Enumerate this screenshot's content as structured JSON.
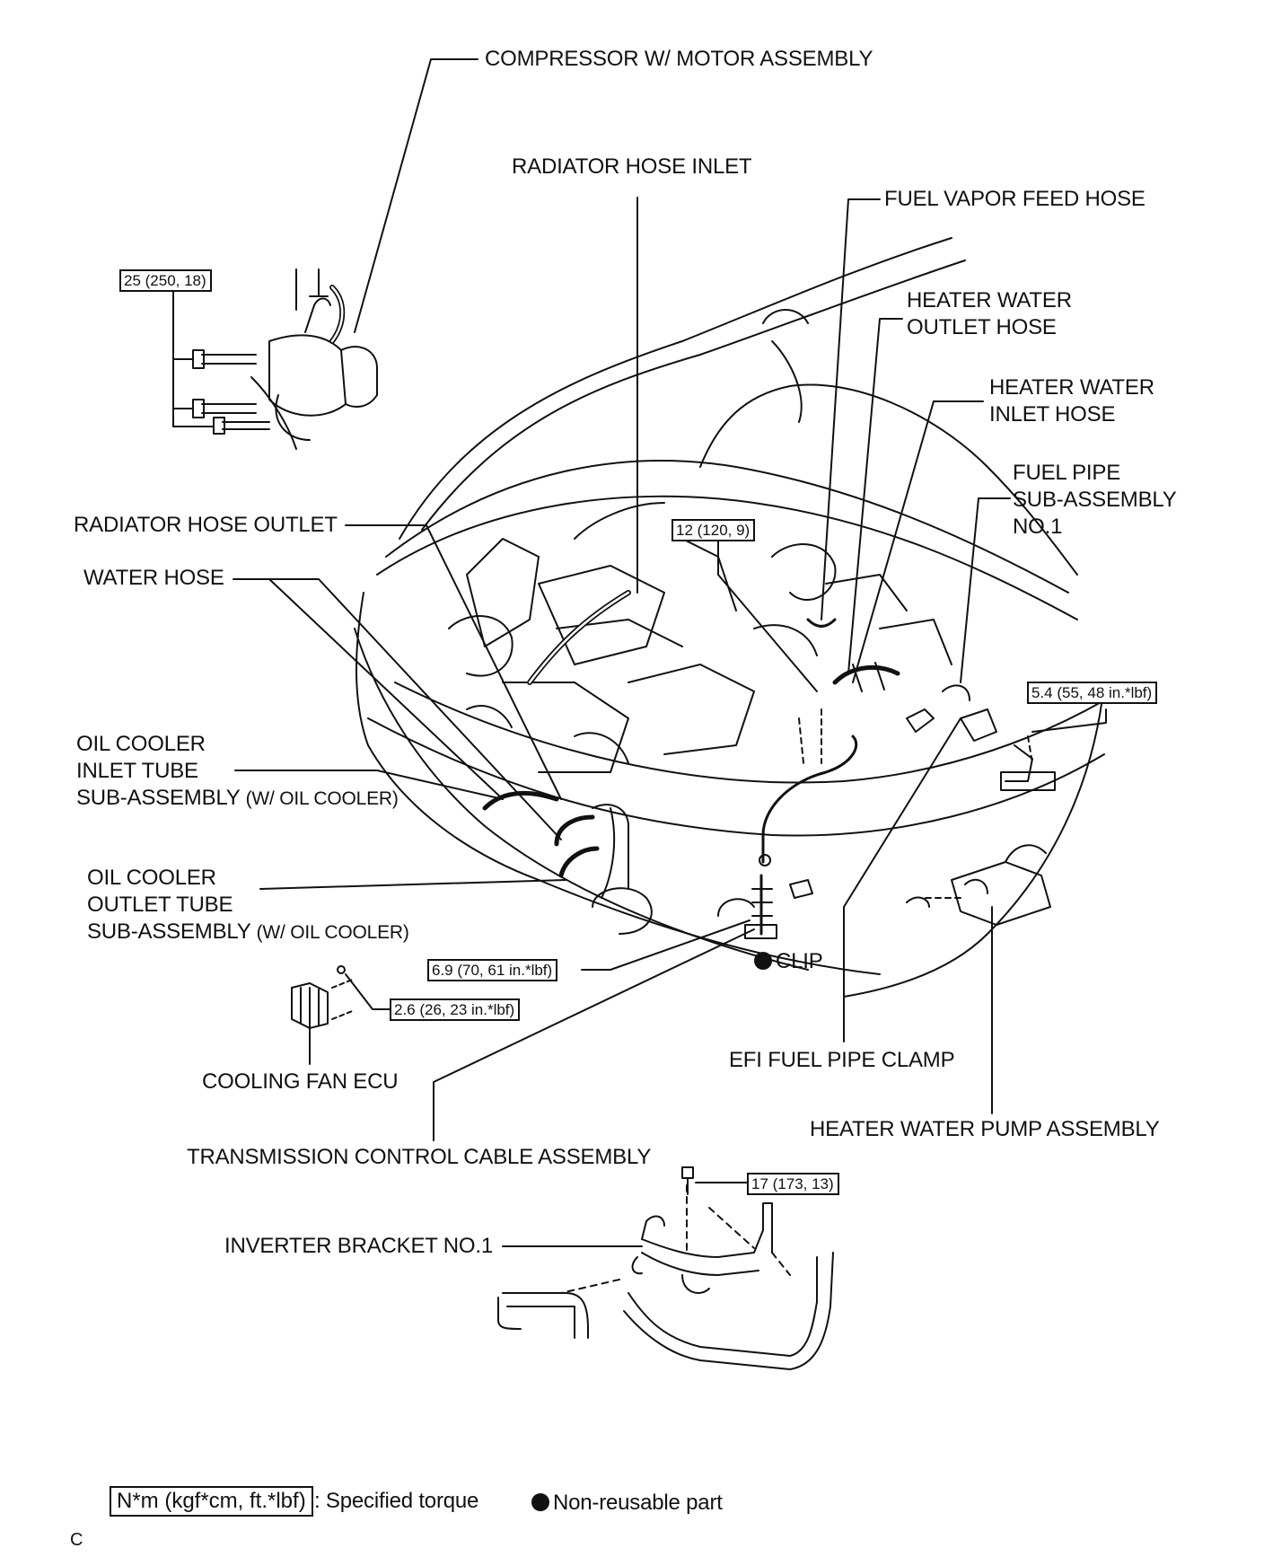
{
  "labels": {
    "compressor": "COMPRESSOR W/ MOTOR ASSEMBLY",
    "radiator_inlet": "RADIATOR HOSE INLET",
    "fuel_vapor": "FUEL VAPOR FEED HOSE",
    "heater_outlet": [
      "HEATER WATER",
      "OUTLET HOSE"
    ],
    "heater_inlet": [
      "HEATER WATER",
      "INLET HOSE"
    ],
    "fuel_pipe": [
      "FUEL PIPE",
      "SUB-ASSEMBLY",
      "NO.1"
    ],
    "radiator_outlet": "RADIATOR HOSE OUTLET",
    "water_hose": "WATER HOSE",
    "oil_inlet": [
      "OIL COOLER",
      "INLET TUBE",
      "SUB-ASSEMBLY",
      "(W/ OIL COOLER)"
    ],
    "oil_outlet": [
      "OIL COOLER",
      "OUTLET TUBE",
      "SUB-ASSEMBLY",
      "(W/ OIL COOLER)"
    ],
    "clip": "CLIP",
    "cooling_fan_ecu": "COOLING FAN ECU",
    "efi_clamp": "EFI FUEL PIPE CLAMP",
    "heater_pump": "HEATER WATER PUMP ASSEMBLY",
    "trans_cable": "TRANSMISSION CONTROL CABLE ASSEMBLY",
    "inverter_bracket": "INVERTER BRACKET NO.1"
  },
  "torques": {
    "t25": "25 (250, 18)",
    "t12": "12 (120, 9)",
    "t54": "5.4 (55, 48 in.*lbf)",
    "t69": "6.9 (70, 61 in.*lbf)",
    "t26": "2.6 (26, 23 in.*lbf)",
    "t17": "17 (173, 13)"
  },
  "legend": {
    "torque_box": "N*m (kgf*cm, ft.*lbf)",
    "torque_text": ": Specified torque",
    "nonreusable_text": "Non-reusable part"
  },
  "footer_code": "C"
}
